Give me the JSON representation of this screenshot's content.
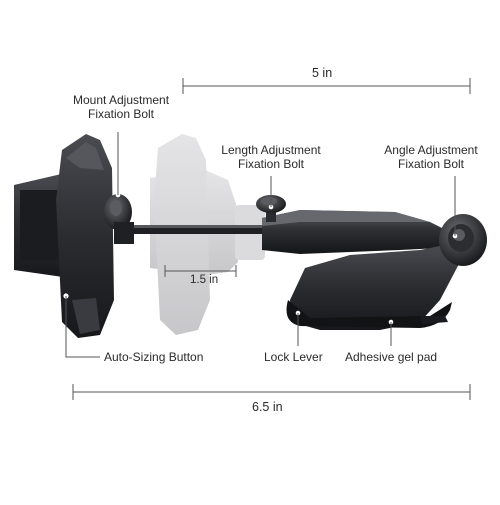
{
  "dimensions": {
    "top_length": "5 in",
    "extension": "1.5 in",
    "total_length": "6.5 in"
  },
  "callouts": {
    "mount_adjustment": {
      "line1": "Mount Adjustment",
      "line2": "Fixation Bolt"
    },
    "length_adjustment": {
      "line1": "Length Adjustment",
      "line2": "Fixation Bolt"
    },
    "angle_adjustment": {
      "line1": "Angle Adjustment",
      "line2": "Fixation Bolt"
    },
    "auto_sizing": "Auto-Sizing Button",
    "lock_lever": "Lock Lever",
    "adhesive_pad": "Adhesive gel pad"
  },
  "colors": {
    "body": "#2b2c30",
    "body_dark": "#1a1b1e",
    "body_light": "#4a4c52",
    "ghost": "#c9c9cc",
    "line": "#555555"
  }
}
